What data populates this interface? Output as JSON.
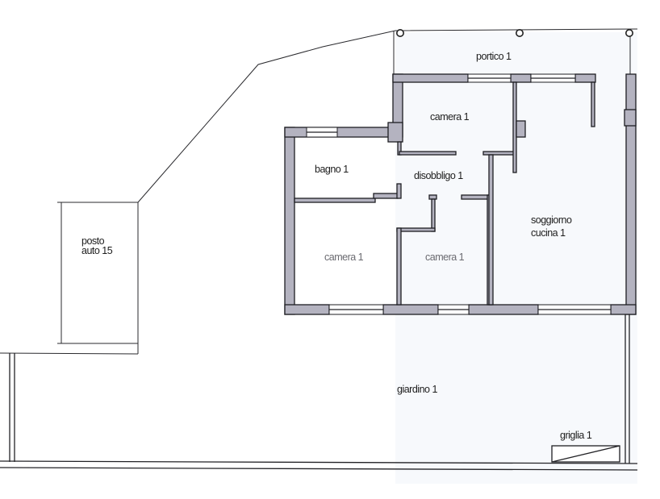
{
  "plan": {
    "type": "floor-plan",
    "colors": {
      "wall_fill": "#b4b3c0",
      "wall_stroke": "#1e1e22",
      "background": "#ffffff",
      "label": "#1d1d1d"
    },
    "rooms": [
      {
        "id": "portico",
        "label": "portico 1"
      },
      {
        "id": "camera-top",
        "label": "camera 1"
      },
      {
        "id": "bagno",
        "label": "bagno 1"
      },
      {
        "id": "disobbligo",
        "label": "disobbligo 1"
      },
      {
        "id": "soggiorno",
        "label_line1": "soggiorno",
        "label_line2": "cucina 1"
      },
      {
        "id": "camera-left",
        "label": "camera 1"
      },
      {
        "id": "camera-mid",
        "label": "camera 1"
      },
      {
        "id": "posto-auto",
        "label_line1": "posto",
        "label_line2": "auto 15"
      },
      {
        "id": "giardino",
        "label": "giardino 1"
      },
      {
        "id": "griglia",
        "label": "griglia 1"
      }
    ]
  }
}
